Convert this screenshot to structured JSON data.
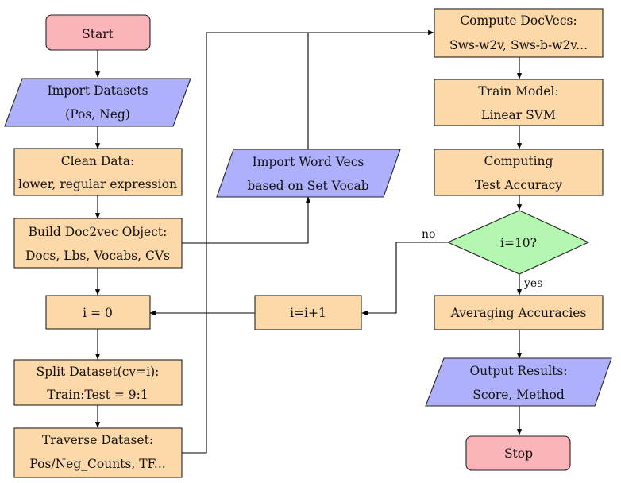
{
  "nodes": {
    "start": {
      "lines": [
        "Start"
      ]
    },
    "import_datasets": {
      "lines": [
        "Import Datasets",
        "(Pos, Neg)"
      ]
    },
    "clean_data": {
      "lines": [
        "Clean Data:",
        "lower, regular expression"
      ]
    },
    "build_doc2vec": {
      "lines": [
        "Build Doc2vec Object:",
        "Docs, Lbs, Vocabs, CVs"
      ]
    },
    "i_zero": {
      "lines": [
        "i = 0"
      ]
    },
    "split_dataset": {
      "lines": [
        "Split Dataset(cv=i):",
        "Train:Test = 9:1"
      ]
    },
    "traverse_dataset": {
      "lines": [
        "Traverse Dataset:",
        "Pos/Neg_Counts, TF..."
      ]
    },
    "import_word_vecs": {
      "lines": [
        "Import Word Vecs",
        "based on Set Vocab"
      ]
    },
    "increment": {
      "lines": [
        "i=i+1"
      ]
    },
    "compute_docvecs": {
      "lines": [
        "Compute DocVecs:",
        "Sws-w2v, Sws-b-w2v..."
      ]
    },
    "train_model": {
      "lines": [
        "Train Model:",
        "Linear SVM"
      ]
    },
    "computing_accuracy": {
      "lines": [
        "Computing",
        "Test Accuracy"
      ]
    },
    "decision": {
      "lines": [
        "i=10?"
      ]
    },
    "averaging": {
      "lines": [
        "Averaging Accuracies"
      ]
    },
    "output_results": {
      "lines": [
        "Output Results:",
        "Score, Method"
      ]
    },
    "stop": {
      "lines": [
        "Stop"
      ]
    }
  },
  "edge_labels": {
    "no": "no",
    "yes": "yes"
  },
  "colors": {
    "process": "#fdd8a8",
    "terminal": "#fbb4b9",
    "io": "#aeb0fb",
    "decision": "#b3f7b0"
  }
}
